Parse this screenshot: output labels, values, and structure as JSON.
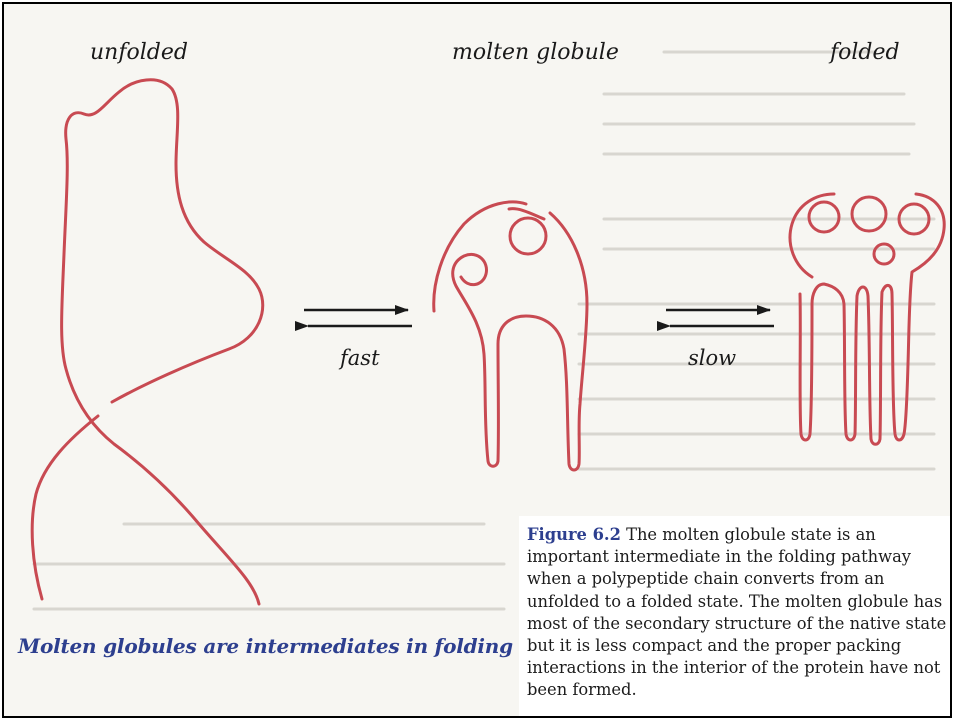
{
  "states": {
    "unfolded": "unfolded",
    "molten_globule": "molten globule",
    "folded": "folded"
  },
  "transitions": {
    "fast": "fast",
    "slow": "slow"
  },
  "headline": "Molten globules are intermediates in folding",
  "caption": {
    "figure_label": "Figure 6.2",
    "text": " The molten globule state is an important intermediate in the folding pathway when a polypeptide chain converts from an unfolded to a folded state. The molten globule has most of the secondary structure of the native state but it is less compact and the proper packing interactions in the interior of the protein have not been formed."
  },
  "colors": {
    "chain": "#c84a52",
    "arrow": "#1a1a1a",
    "headline": "#2d3f8f",
    "figure_label": "#2d3f8f"
  }
}
